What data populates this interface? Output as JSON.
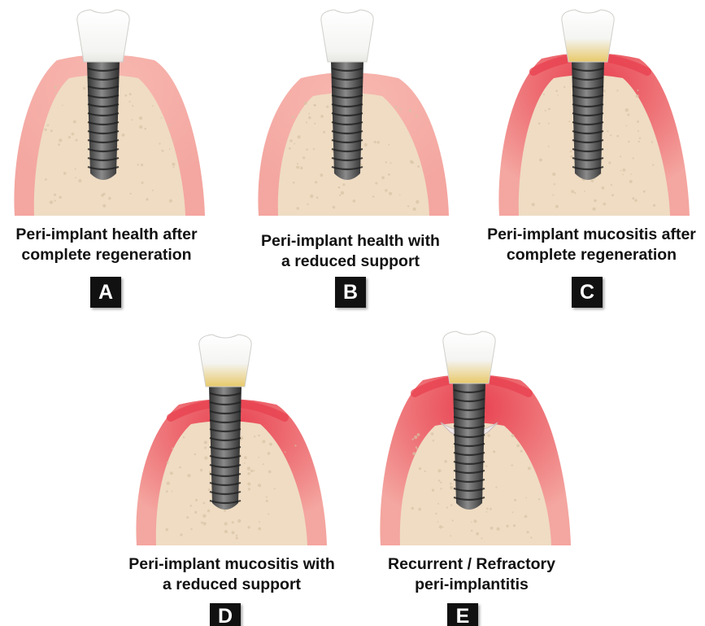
{
  "panels": [
    {
      "id": "A",
      "line1": "Peri-implant health after",
      "line2": "complete regeneration",
      "condition": "health",
      "support": "complete",
      "inflamed": false,
      "bone_defect": false
    },
    {
      "id": "B",
      "line1": "Peri-implant health with",
      "line2": "a reduced support",
      "condition": "health",
      "support": "reduced",
      "inflamed": false,
      "bone_defect": false
    },
    {
      "id": "C",
      "line1": "Peri-implant mucositis after",
      "line2": "complete regeneration",
      "condition": "mucositis",
      "support": "complete",
      "inflamed": true,
      "bone_defect": false
    },
    {
      "id": "D",
      "line1": "Peri-implant mucositis with",
      "line2": "a reduced support",
      "condition": "mucositis",
      "support": "reduced",
      "inflamed": true,
      "bone_defect": false
    },
    {
      "id": "E",
      "line1": "Recurrent / Refractory",
      "line2": "peri-implantitis",
      "condition": "peri-implantitis",
      "support": "reduced",
      "inflamed": true,
      "bone_defect": true
    }
  ],
  "colors": {
    "gingiva": "#f4a6a0",
    "gingiva_inflamed": "#e8404f",
    "bone": "#efdcc3",
    "implant": "#4a4a4a",
    "crown": "#f4f4f2",
    "plaque": "#e8c96a",
    "badge": "#111111"
  }
}
